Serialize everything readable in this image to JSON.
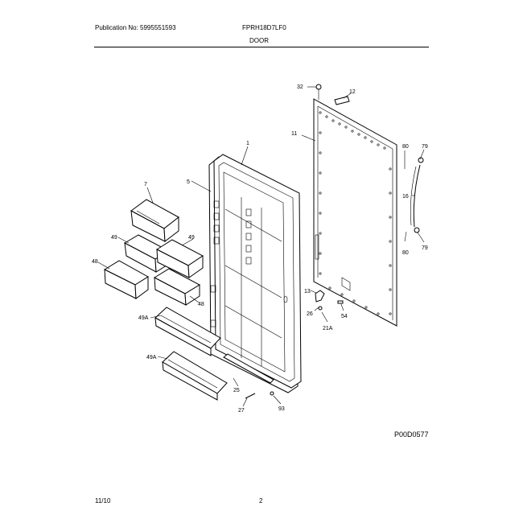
{
  "header": {
    "publication": "Publication No: 5995551593",
    "model": "FPRH18D7LF0"
  },
  "section_title": "DOOR",
  "diagram_code": "P00D0577",
  "footer": {
    "date": "11/10",
    "page": "2"
  },
  "callouts": {
    "c1": "1",
    "c5": "5",
    "c7": "7",
    "c11": "11",
    "c12": "12",
    "c13": "13",
    "c16": "16",
    "c21a": "21A",
    "c25": "25",
    "c26": "26",
    "c27": "27",
    "c32": "32",
    "c48": "48",
    "c48b": "48",
    "c49": "49",
    "c49b": "49",
    "c49a": "49A",
    "c49a2": "49A",
    "c54": "54",
    "c79a": "79",
    "c79b": "79",
    "c80a": "80",
    "c80b": "80",
    "c93": "93"
  }
}
